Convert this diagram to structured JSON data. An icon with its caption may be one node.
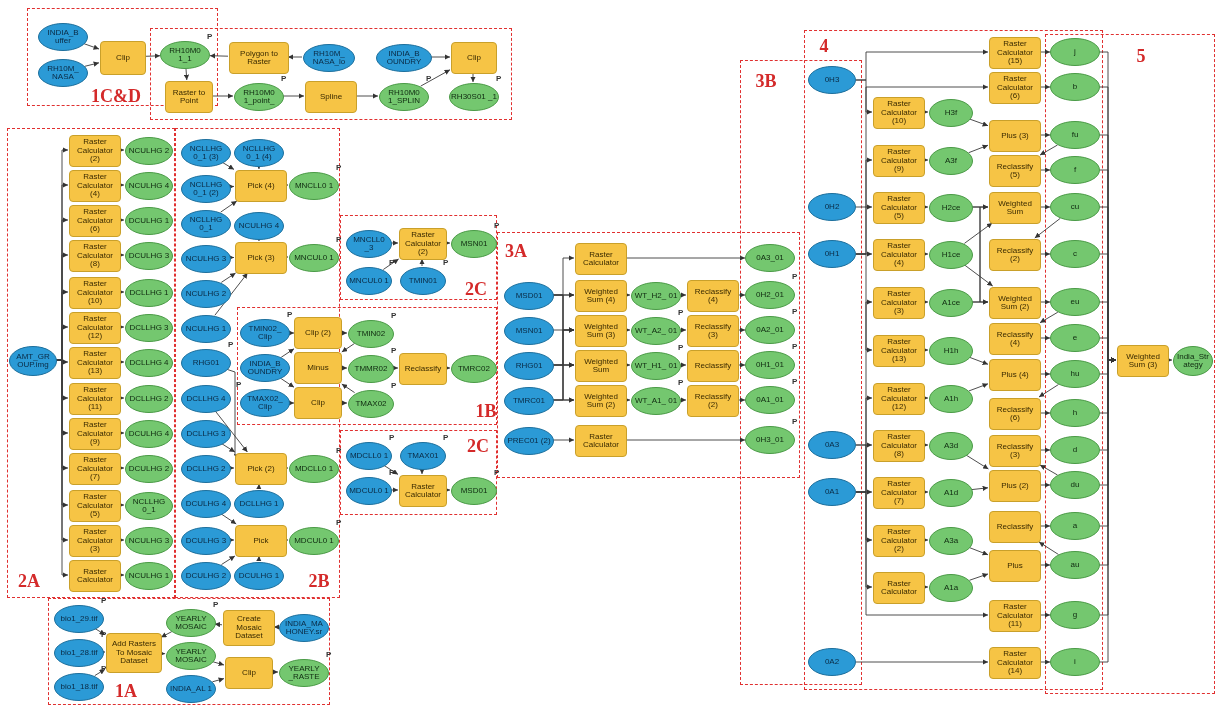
{
  "diagram": {
    "nodes": [
      {
        "text": [
          "1C&D"
        ]
      },
      {
        "text": [
          "INDIA_B uffer"
        ],
        "in": 0
      },
      {
        "text": [
          "RH10M_ NASA"
        ],
        "in": 0
      },
      {
        "text": [
          "Clip"
        ],
        "in": 0
      },
      {
        "text": [],
        "shape": "box"
      },
      {
        "text": [
          "RH10M0 1_1"
        ],
        "beside": [
          "P"
        ]
      },
      {
        "text": [
          "Raster to Point"
        ],
        "in": 4
      },
      {
        "text": [
          "Polygon to Raster"
        ],
        "in": 4
      },
      {
        "text": [
          "RH10M_ NASA_lo"
        ],
        "in": 4
      },
      {
        "text": [
          "INDIA_B OUNDRY"
        ],
        "in": 4
      },
      {
        "text": [
          "Clip"
        ],
        "in": 4
      },
      {
        "text": [
          "RH10M0 1_point_"
        ],
        "in": 4,
        "beside": [
          "P"
        ]
      },
      {
        "text": [
          "Spline"
        ],
        "in": 4
      },
      {
        "text": [
          "RH10M0 1_SPLIN"
        ],
        "in": 4,
        "beside": [
          "P"
        ]
      },
      {
        "text": [
          "RH30S01 _1"
        ],
        "in": 4,
        "beside": [
          "P"
        ]
      },
      {
        "text": [
          "2A"
        ]
      },
      {
        "text": [
          "AMT_GR OUP.img"
        ],
        "in": 15
      },
      {
        "text": [
          "Raster Calculator (2)"
        ],
        "in": 15
      },
      {
        "text": [
          "NCULHG 2"
        ],
        "in": 15
      },
      {
        "text": [
          "Raster Calculator (4)"
        ],
        "in": 15
      },
      {
        "text": [
          "NCULHG 4"
        ],
        "in": 15
      },
      {
        "text": [
          "Raster Calculator (6)"
        ],
        "in": 15
      },
      {
        "text": [
          "DCULHG 1"
        ],
        "in": 15
      },
      {
        "text": [
          "Raster Calculator (8)"
        ],
        "in": 15
      },
      {
        "text": [
          "DCULHG 3"
        ],
        "in": 15
      },
      {
        "text": [
          "Raster Calculator (10)"
        ],
        "in": 15
      },
      {
        "text": [
          "DCLLHG 1"
        ],
        "in": 15
      },
      {
        "text": [
          "Raster Calculator (12)"
        ],
        "in": 15
      },
      {
        "text": [
          "DCLLHG 3"
        ],
        "in": 15
      },
      {
        "text": [
          "Raster Calculator (13)"
        ],
        "in": 15
      },
      {
        "text": [
          "DCLLHG 4"
        ],
        "in": 15
      },
      {
        "text": [
          "Raster Calculator (11)"
        ],
        "in": 15
      },
      {
        "text": [
          "DCLLHG 2"
        ],
        "in": 15
      },
      {
        "text": [
          "Raster Calculator (9)"
        ],
        "in": 15
      },
      {
        "text": [
          "DCULHG 4"
        ],
        "in": 15
      },
      {
        "text": [
          "Raster Calculator (7)"
        ],
        "in": 15
      },
      {
        "text": [
          "DCULHG 2"
        ],
        "in": 15
      },
      {
        "text": [
          "Raster Calculator (5)"
        ],
        "in": 15
      },
      {
        "text": [
          "NCLLHG 0_1"
        ],
        "in": 15
      },
      {
        "text": [
          "Raster Calculator (3)"
        ],
        "in": 15
      },
      {
        "text": [
          "NCULHG 3"
        ],
        "in": 15
      },
      {
        "text": [
          "Raster Calculator"
        ],
        "in": 15
      },
      {
        "text": [
          "NCULHG 1"
        ],
        "in": 15
      },
      {
        "text": [
          "2B"
        ]
      },
      {
        "text": [
          "NCLLHG 0_1 (3)"
        ],
        "in": 43
      },
      {
        "text": [
          "NCLLHG 0_1 (4)"
        ],
        "in": 43
      },
      {
        "text": [
          "NCLLHG 0_1 (2)"
        ],
        "in": 43
      },
      {
        "text": [
          "Pick (4)"
        ],
        "in": 43
      },
      {
        "text": [
          "MNCLL0 1"
        ],
        "in": 43,
        "beside": [
          "P"
        ]
      },
      {
        "text": [
          "NCLLHG 0_1"
        ],
        "in": 43
      },
      {
        "text": [
          "NCULHG 4"
        ],
        "in": 43
      },
      {
        "text": [
          "NCULHG 3"
        ],
        "in": 43
      },
      {
        "text": [
          "Pick (3)"
        ],
        "in": 43
      },
      {
        "text": [
          "MNCUL0 1"
        ],
        "in": 43,
        "beside": [
          "P"
        ]
      },
      {
        "text": [
          "NCULHG 2"
        ],
        "in": 43
      },
      {
        "text": [
          "NCULHG 1"
        ],
        "in": 43
      },
      {
        "text": [
          "RHG01"
        ],
        "in": 43,
        "beside": [
          "P"
        ]
      },
      {
        "text": [
          "DCLLHG 4"
        ],
        "in": 43
      },
      {
        "text": [
          "DCLLHG 3"
        ],
        "in": 43
      },
      {
        "text": [
          "DCLLHG 2"
        ],
        "in": 43
      },
      {
        "text": [
          "Pick (2)"
        ],
        "in": 43
      },
      {
        "text": [
          "MDCLL0 1"
        ],
        "in": 43,
        "beside": [
          "P"
        ]
      },
      {
        "text": [
          "DCLLHG 1"
        ],
        "in": 43
      },
      {
        "text": [
          "DCULHG 4"
        ],
        "in": 43
      },
      {
        "text": [
          "DCULHG 3"
        ],
        "in": 43
      },
      {
        "text": [
          "Pick"
        ],
        "in": 43
      },
      {
        "text": [
          "MDCUL0 1"
        ],
        "in": 43,
        "beside": [
          "P"
        ]
      },
      {
        "text": [
          "DCULHG 2"
        ],
        "in": 43
      },
      {
        "text": [
          "DCULHG 1"
        ],
        "in": 43
      },
      {
        "text": [
          "2C"
        ]
      },
      {
        "text": [
          "MNCLL0 _3"
        ],
        "in": 69
      },
      {
        "text": [
          "Raster Calculator (2)"
        ],
        "in": 69
      },
      {
        "text": [
          "MSN01"
        ],
        "in": 69,
        "beside": [
          "P"
        ]
      },
      {
        "text": [
          "MNCUL0 1"
        ],
        "in": 69,
        "beside": [
          "P"
        ]
      },
      {
        "text": [
          "TMIN01"
        ],
        "in": 69,
        "beside": [
          "P"
        ]
      },
      {
        "text": [
          "1B"
        ]
      },
      {
        "text": [
          "TMIN02_ Clip"
        ],
        "beside": [
          "P"
        ]
      },
      {
        "text": [
          "INDIA_B OUNDRY"
        ]
      },
      {
        "text": [
          "TMAX02_ Clip"
        ],
        "beside": [
          "P"
        ]
      },
      {
        "text": [
          "Clip (2)"
        ]
      },
      {
        "text": [
          "Minus"
        ]
      },
      {
        "text": [
          "Clip"
        ]
      },
      {
        "text": [
          "TMIN02"
        ],
        "in": 75,
        "beside": [
          "P"
        ]
      },
      {
        "text": [
          "TMMR02"
        ],
        "in": 75,
        "beside": [
          "P"
        ]
      },
      {
        "text": [
          "Reclassify"
        ],
        "in": 75
      },
      {
        "text": [
          "TMRC02"
        ],
        "in": 75
      },
      {
        "text": [
          "TMAX02"
        ],
        "in": 75,
        "beside": [
          "P"
        ]
      },
      {
        "text": [
          "2C"
        ]
      },
      {
        "text": [
          "MDCLL0 1"
        ],
        "in": 87,
        "beside": [
          "P"
        ]
      },
      {
        "text": [
          "TMAX01"
        ],
        "in": 87,
        "beside": [
          "P"
        ]
      },
      {
        "text": [
          "MDCUL0 1"
        ],
        "in": 87,
        "beside": [
          "P"
        ]
      },
      {
        "text": [
          "Raster Calculator"
        ],
        "in": 87
      },
      {
        "text": [
          "MSD01"
        ],
        "in": 87,
        "beside": [
          "P"
        ]
      },
      {
        "text": [
          "1A"
        ]
      },
      {
        "text": [
          "bio1_29.tif"
        ],
        "in": 93,
        "beside": [
          "P"
        ]
      },
      {
        "text": [
          "bio1_28.tif"
        ],
        "in": 93,
        "beside": [
          "P"
        ]
      },
      {
        "text": [
          "bio1_18.tif"
        ],
        "in": 93,
        "beside": [
          "P"
        ]
      },
      {
        "text": [
          "Add Rasters To Mosaic Dataset"
        ],
        "in": 93
      },
      {
        "text": [
          "YEARLY MOSAIC"
        ],
        "in": 93,
        "beside": [
          "P"
        ]
      },
      {
        "text": [
          "Create Mosaic Dataset"
        ],
        "in": 93
      },
      {
        "text": [
          "INDIA_MA HONEY.sr"
        ],
        "in": 93
      },
      {
        "text": [
          "YEARLY MOSAIC"
        ],
        "in": 93
      },
      {
        "text": [
          "INDIA_AL 1"
        ],
        "in": 93
      },
      {
        "text": [
          "Clip"
        ],
        "in": 93
      },
      {
        "text": [
          "YEARLY _RASTE"
        ],
        "in": 93,
        "beside": [
          "P"
        ]
      },
      {
        "text": [
          "3A"
        ]
      },
      {
        "text": [
          "Raster Calculator"
        ],
        "in": 105
      },
      {
        "text": [
          "MSD01"
        ],
        "in": 105
      },
      {
        "text": [
          "Weighted Sum (4)"
        ],
        "in": 105
      },
      {
        "text": [
          "WT_H2_ 01"
        ],
        "in": 105
      },
      {
        "text": [
          "Reclassify (4)"
        ],
        "in": 105
      },
      {
        "text": [
          "MSN01"
        ],
        "in": 105
      },
      {
        "text": [
          "Weighted Sum (3)"
        ],
        "in": 105
      },
      {
        "text": [
          "WT_A2_ 01"
        ],
        "in": 105,
        "beside": [
          "P"
        ]
      },
      {
        "text": [
          "Reclassify (3)"
        ],
        "in": 105
      },
      {
        "text": [
          "RHG01"
        ],
        "in": 105
      },
      {
        "text": [
          "Weighted Sum"
        ],
        "in": 105
      },
      {
        "text": [
          "WT_H1_ 01"
        ],
        "in": 105,
        "beside": [
          "P"
        ]
      },
      {
        "text": [
          "Reclassify"
        ],
        "in": 105
      },
      {
        "text": [
          "TMRC01"
        ],
        "in": 105
      },
      {
        "text": [
          "Weighted Sum (2)"
        ],
        "in": 105
      },
      {
        "text": [
          "WT_A1_ 01"
        ],
        "in": 105,
        "beside": [
          "P"
        ]
      },
      {
        "text": [
          "Reclassify (2)"
        ],
        "in": 105
      },
      {
        "text": [
          "PREC01 (2)"
        ],
        "in": 105
      },
      {
        "text": [
          "Raster Calculator"
        ],
        "in": 105
      },
      {
        "text": [
          "3B"
        ]
      },
      {
        "text": [
          "0A3_01"
        ]
      },
      {
        "text": [
          "0H2_01"
        ],
        "beside": [
          "P"
        ]
      },
      {
        "text": [
          "0A2_01"
        ],
        "beside": [
          "P"
        ]
      },
      {
        "text": [
          "0H1_01"
        ],
        "beside": [
          "P"
        ]
      },
      {
        "text": [
          "0A1_01"
        ],
        "beside": [
          "P"
        ]
      },
      {
        "text": [
          "0H3_01"
        ],
        "beside": [
          "P"
        ]
      },
      {
        "text": [
          "4"
        ]
      },
      {
        "text": [
          "0H3"
        ]
      },
      {
        "text": [
          "0H2"
        ]
      },
      {
        "text": [
          "0H1"
        ]
      },
      {
        "text": [
          "0A3"
        ]
      },
      {
        "text": [
          "0A1"
        ]
      },
      {
        "text": [
          "0A2"
        ]
      },
      {
        "text": [
          "Raster Calculator (15)"
        ],
        "in": 132
      },
      {
        "text": [
          "Raster Calculator (6)"
        ],
        "in": 132
      },
      {
        "text": [
          "Raster Calculator (10)"
        ],
        "in": 132
      },
      {
        "text": [
          "H3f"
        ],
        "in": 132
      },
      {
        "text": [
          "Plus (3)"
        ],
        "in": 132
      },
      {
        "text": [
          "Raster Calculator (9)"
        ],
        "in": 132
      },
      {
        "text": [
          "A3f"
        ],
        "in": 132
      },
      {
        "text": [
          "Reclassify (5)"
        ],
        "in": 132
      },
      {
        "text": [
          "Raster Calculator (5)"
        ],
        "in": 132
      },
      {
        "text": [
          "H2ce"
        ],
        "in": 132
      },
      {
        "text": [
          "Weighted Sum"
        ],
        "in": 132
      },
      {
        "text": [
          "Raster Calculator (4)"
        ],
        "in": 132
      },
      {
        "text": [
          "H1ce"
        ],
        "in": 132
      },
      {
        "text": [
          "Reclassify (2)"
        ],
        "in": 132
      },
      {
        "text": [
          "Raster Calculator (3)"
        ],
        "in": 132
      },
      {
        "text": [
          "A1ce"
        ],
        "in": 132
      },
      {
        "text": [
          "Weighted Sum (2)"
        ],
        "in": 132
      },
      {
        "text": [
          "Reclassify (4)"
        ],
        "in": 132
      },
      {
        "text": [
          "Raster Calculator (13)"
        ],
        "in": 132
      },
      {
        "text": [
          "H1h"
        ],
        "in": 132
      },
      {
        "text": [
          "Plus (4)"
        ],
        "in": 132
      },
      {
        "text": [
          "Raster Calculator (12)"
        ],
        "in": 132
      },
      {
        "text": [
          "A1h"
        ],
        "in": 132
      },
      {
        "text": [
          "Reclassify (6)"
        ],
        "in": 132
      },
      {
        "text": [
          "Raster Calculator (8)"
        ],
        "in": 132
      },
      {
        "text": [
          "A3d"
        ],
        "in": 132
      },
      {
        "text": [
          "Reclassify (3)"
        ],
        "in": 132
      },
      {
        "text": [
          "Raster Calculator (7)"
        ],
        "in": 132
      },
      {
        "text": [
          "A1d"
        ],
        "in": 132
      },
      {
        "text": [
          "Plus (2)"
        ],
        "in": 132
      },
      {
        "text": [
          "Reclassify"
        ],
        "in": 132
      },
      {
        "text": [
          "Raster Calculator (2)"
        ],
        "in": 132
      },
      {
        "text": [
          "A3a"
        ],
        "in": 132
      },
      {
        "text": [
          "Plus"
        ],
        "in": 132
      },
      {
        "text": [
          "Raster Calculator"
        ],
        "in": 132
      },
      {
        "text": [
          "A1a"
        ],
        "in": 132
      },
      {
        "text": [
          "Raster Calculator (11)"
        ],
        "in": 132
      },
      {
        "text": [
          "Raster Calculator (14)"
        ],
        "in": 132
      },
      {
        "text": [
          "5"
        ]
      },
      {
        "text": [
          "j"
        ]
      },
      {
        "text": [
          "b"
        ]
      },
      {
        "text": [
          "fu"
        ]
      },
      {
        "text": [
          "f"
        ]
      },
      {
        "text": [
          "cu"
        ]
      },
      {
        "text": [
          "c"
        ]
      },
      {
        "text": [
          "eu"
        ]
      },
      {
        "text": [
          "e"
        ]
      },
      {
        "text": [
          "hu"
        ]
      },
      {
        "text": [
          "h"
        ]
      },
      {
        "text": [
          "d"
        ]
      },
      {
        "text": [
          "du"
        ]
      },
      {
        "text": [
          "a"
        ]
      },
      {
        "text": [
          "au"
        ]
      },
      {
        "text": [
          "g"
        ]
      },
      {
        "text": [
          "i"
        ]
      },
      {
        "text": [
          "Weighted Sum (3)"
        ],
        "in": 177
      },
      {
        "text": [
          "India_Str ategy"
        ],
        "in": 177
      }
    ],
    "edges": [
      {
        "from": 1,
        "to": 3,
        "arrow": "to"
      },
      {
        "from": 2,
        "to": 3,
        "arrow": "to"
      },
      {
        "from": 3,
        "to": 5,
        "arrow": "to"
      },
      {
        "from": 8,
        "to": 7,
        "arrow": "to"
      },
      {
        "from": 7,
        "to": 5,
        "arrow": "to"
      },
      {
        "from": 5,
        "to": 6,
        "arrow": "to"
      },
      {
        "from": 6,
        "to": 11,
        "arrow": "to"
      },
      {
        "from": 11,
        "to": 12,
        "arrow": "to"
      },
      {
        "from": 12,
        "to": 13,
        "arrow": "to"
      },
      {
        "from": 13,
        "to": 10,
        "arrow": "to"
      },
      {
        "from": 9,
        "to": 10,
        "arrow": "to"
      },
      {
        "from": 10,
        "to": 14,
        "arrow": "to"
      },
      {
        "from": 16,
        "to": 17,
        "arrow": "to"
      },
      {
        "from": 17,
        "to": 18,
        "arrow": "to"
      },
      {
        "from": 16,
        "to": 19,
        "arrow": "to"
      },
      {
        "from": 19,
        "to": 20,
        "arrow": "to"
      },
      {
        "from": 16,
        "to": 21,
        "arrow": "to"
      },
      {
        "from": 21,
        "to": 22,
        "arrow": "to"
      },
      {
        "from": 16,
        "to": 23,
        "arrow": "to"
      },
      {
        "from": 23,
        "to": 24,
        "arrow": "to"
      },
      {
        "from": 16,
        "to": 25,
        "arrow": "to"
      },
      {
        "from": 25,
        "to": 26,
        "arrow": "to"
      },
      {
        "from": 16,
        "to": 27,
        "arrow": "to"
      },
      {
        "from": 27,
        "to": 28,
        "arrow": "to"
      },
      {
        "from": 16,
        "to": 29,
        "arrow": "to"
      },
      {
        "from": 29,
        "to": 30,
        "arrow": "to"
      },
      {
        "from": 16,
        "to": 31,
        "arrow": "to"
      },
      {
        "from": 31,
        "to": 32,
        "arrow": "to"
      },
      {
        "from": 16,
        "to": 33,
        "arrow": "to"
      },
      {
        "from": 33,
        "to": 34,
        "arrow": "to"
      },
      {
        "from": 16,
        "to": 35,
        "arrow": "to"
      },
      {
        "from": 35,
        "to": 36,
        "arrow": "to"
      },
      {
        "from": 16,
        "to": 37,
        "arrow": "to"
      },
      {
        "from": 37,
        "to": 38,
        "arrow": "to"
      },
      {
        "from": 16,
        "to": 39,
        "arrow": "to"
      },
      {
        "from": 39,
        "to": 40,
        "arrow": "to"
      },
      {
        "from": 16,
        "to": 41,
        "arrow": "to"
      },
      {
        "from": 41,
        "to": 42,
        "arrow": "to"
      },
      {
        "from": 44,
        "to": 47,
        "arrow": "to"
      },
      {
        "from": 45,
        "to": 47,
        "arrow": "to"
      },
      {
        "from": 46,
        "to": 47,
        "arrow": "to"
      },
      {
        "from": 49,
        "to": 47,
        "arrow": "to"
      },
      {
        "from": 47,
        "to": 48,
        "arrow": "to"
      },
      {
        "from": 50,
        "to": 52,
        "arrow": "to"
      },
      {
        "from": 51,
        "to": 52,
        "arrow": "to"
      },
      {
        "from": 54,
        "to": 52,
        "arrow": "to"
      },
      {
        "from": 55,
        "to": 52,
        "arrow": "to"
      },
      {
        "from": 52,
        "to": 53,
        "arrow": "to"
      },
      {
        "from": 56,
        "to": 60,
        "arrow": "to"
      },
      {
        "from": 57,
        "to": 60,
        "arrow": "to"
      },
      {
        "from": 58,
        "to": 60,
        "arrow": "to"
      },
      {
        "from": 59,
        "to": 60,
        "arrow": "to"
      },
      {
        "from": 62,
        "to": 60,
        "arrow": "to"
      },
      {
        "from": 60,
        "to": 61,
        "arrow": "to"
      },
      {
        "from": 63,
        "to": 65,
        "arrow": "to"
      },
      {
        "from": 64,
        "to": 65,
        "arrow": "to"
      },
      {
        "from": 67,
        "to": 65,
        "arrow": "to"
      },
      {
        "from": 68,
        "to": 65,
        "arrow": "to"
      },
      {
        "from": 65,
        "to": 66,
        "arrow": "to"
      },
      {
        "from": 70,
        "to": 71,
        "arrow": "to"
      },
      {
        "from": 73,
        "to": 71,
        "arrow": "to"
      },
      {
        "from": 74,
        "to": 71,
        "arrow": "to"
      },
      {
        "from": 71,
        "to": 72,
        "arrow": "to"
      },
      {
        "from": 76,
        "to": 79,
        "arrow": "to"
      },
      {
        "from": 77,
        "to": 79,
        "arrow": "to"
      },
      {
        "from": 77,
        "to": 81,
        "arrow": "to"
      },
      {
        "from": 78,
        "to": 81,
        "arrow": "to"
      },
      {
        "from": 79,
        "to": 82,
        "arrow": "to"
      },
      {
        "from": 82,
        "to": 80,
        "arrow": "to"
      },
      {
        "from": 86,
        "to": 80,
        "arrow": "to"
      },
      {
        "from": 80,
        "to": 83,
        "arrow": "to"
      },
      {
        "from": 83,
        "to": 84,
        "arrow": "to"
      },
      {
        "from": 84,
        "to": 85,
        "arrow": "to"
      },
      {
        "from": 81,
        "to": 86,
        "arrow": "to"
      },
      {
        "from": 88,
        "to": 91,
        "arrow": "to"
      },
      {
        "from": 89,
        "to": 91,
        "arrow": "to"
      },
      {
        "from": 90,
        "to": 91,
        "arrow": "to"
      },
      {
        "from": 91,
        "to": 92,
        "arrow": "to"
      },
      {
        "from": 94,
        "to": 97,
        "arrow": "to"
      },
      {
        "from": 95,
        "to": 97,
        "arrow": "to"
      },
      {
        "from": 96,
        "to": 97,
        "arrow": "to"
      },
      {
        "from": 100,
        "to": 99,
        "arrow": "to"
      },
      {
        "from": 99,
        "to": 98,
        "arrow": "to"
      },
      {
        "from": 98,
        "to": 97,
        "arrow": "to"
      },
      {
        "from": 97,
        "to": 101,
        "arrow": "to"
      },
      {
        "from": 101,
        "to": 103,
        "arrow": "to"
      },
      {
        "from": 102,
        "to": 103,
        "arrow": "to"
      },
      {
        "from": 103,
        "to": 104,
        "arrow": "to"
      },
      {
        "from": 107,
        "to": 106,
        "arrow": "to"
      },
      {
        "from": 107,
        "to": 108,
        "arrow": "to"
      },
      {
        "from": 107,
        "to": 112,
        "arrow": "to"
      },
      {
        "from": 107,
        "to": 116,
        "arrow": "to"
      },
      {
        "from": 111,
        "to": 112,
        "arrow": "to"
      },
      {
        "from": 115,
        "to": 108,
        "arrow": "to"
      },
      {
        "from": 115,
        "to": 112,
        "arrow": "to"
      },
      {
        "from": 115,
        "to": 116,
        "arrow": "to"
      },
      {
        "from": 115,
        "to": 120,
        "arrow": "to"
      },
      {
        "from": 119,
        "to": 112,
        "arrow": "to"
      },
      {
        "from": 119,
        "to": 116,
        "arrow": "to"
      },
      {
        "from": 119,
        "to": 120,
        "arrow": "to"
      },
      {
        "from": 123,
        "to": 124,
        "arrow": "to"
      },
      {
        "from": 106,
        "to": 126,
        "arrow": "to"
      },
      {
        "from": 108,
        "to": 109,
        "arrow": "to"
      },
      {
        "from": 109,
        "to": 110,
        "arrow": "to"
      },
      {
        "from": 110,
        "to": 127,
        "arrow": "to"
      },
      {
        "from": 112,
        "to": 113,
        "arrow": "to"
      },
      {
        "from": 113,
        "to": 114,
        "arrow": "to"
      },
      {
        "from": 114,
        "to": 128,
        "arrow": "to"
      },
      {
        "from": 116,
        "to": 117,
        "arrow": "to"
      },
      {
        "from": 117,
        "to": 118,
        "arrow": "to"
      },
      {
        "from": 118,
        "to": 129,
        "arrow": "to"
      },
      {
        "from": 120,
        "to": 121,
        "arrow": "to"
      },
      {
        "from": 121,
        "to": 122,
        "arrow": "to"
      },
      {
        "from": 122,
        "to": 130,
        "arrow": "to"
      },
      {
        "from": 124,
        "to": 131,
        "arrow": "to"
      },
      {
        "from": 133,
        "to": 139,
        "arrow": "to"
      },
      {
        "from": 133,
        "to": 141,
        "arrow": "to"
      },
      {
        "from": 135,
        "to": 140,
        "arrow": "to"
      },
      {
        "from": 135,
        "to": 144,
        "arrow": "to"
      },
      {
        "from": 134,
        "to": 147,
        "arrow": "to"
      },
      {
        "from": 135,
        "to": 150,
        "arrow": "to"
      },
      {
        "from": 135,
        "to": 157,
        "arrow": "to"
      },
      {
        "from": 136,
        "to": 163,
        "arrow": "to"
      },
      {
        "from": 136,
        "to": 170,
        "arrow": "to"
      },
      {
        "from": 137,
        "to": 153,
        "arrow": "to"
      },
      {
        "from": 137,
        "to": 160,
        "arrow": "to"
      },
      {
        "from": 137,
        "to": 166,
        "arrow": "to"
      },
      {
        "from": 137,
        "to": 173,
        "arrow": "to"
      },
      {
        "from": 137,
        "to": 175,
        "arrow": "to"
      },
      {
        "from": 138,
        "to": 176,
        "arrow": "to"
      },
      {
        "from": 139,
        "to": 178,
        "arrow": "to"
      },
      {
        "from": 140,
        "to": 179,
        "arrow": "to"
      },
      {
        "from": 141,
        "to": 142,
        "arrow": "to"
      },
      {
        "from": 142,
        "to": 143,
        "arrow": "to"
      },
      {
        "from": 144,
        "to": 145,
        "arrow": "to"
      },
      {
        "from": 145,
        "to": 143,
        "arrow": "to"
      },
      {
        "from": 143,
        "to": 180,
        "arrow": "to"
      },
      {
        "from": 180,
        "to": 146,
        "arrow": "to"
      },
      {
        "from": 146,
        "to": 181,
        "arrow": "to"
      },
      {
        "from": 147,
        "to": 148,
        "arrow": "to"
      },
      {
        "from": 148,
        "to": 149,
        "arrow": "to"
      },
      {
        "from": 151,
        "to": 149,
        "arrow": "to"
      },
      {
        "from": 154,
        "to": 149,
        "arrow": "to"
      },
      {
        "from": 149,
        "to": 182,
        "arrow": "to"
      },
      {
        "from": 182,
        "to": 152,
        "arrow": "to"
      },
      {
        "from": 152,
        "to": 183,
        "arrow": "to"
      },
      {
        "from": 150,
        "to": 151,
        "arrow": "to"
      },
      {
        "from": 153,
        "to": 154,
        "arrow": "to"
      },
      {
        "from": 148,
        "to": 155,
        "arrow": "to"
      },
      {
        "from": 151,
        "to": 155,
        "arrow": "to"
      },
      {
        "from": 154,
        "to": 155,
        "arrow": "to"
      },
      {
        "from": 155,
        "to": 184,
        "arrow": "to"
      },
      {
        "from": 184,
        "to": 156,
        "arrow": "to"
      },
      {
        "from": 156,
        "to": 185,
        "arrow": "to"
      },
      {
        "from": 157,
        "to": 158,
        "arrow": "to"
      },
      {
        "from": 158,
        "to": 159,
        "arrow": "to"
      },
      {
        "from": 160,
        "to": 161,
        "arrow": "to"
      },
      {
        "from": 161,
        "to": 159,
        "arrow": "to"
      },
      {
        "from": 159,
        "to": 186,
        "arrow": "to"
      },
      {
        "from": 186,
        "to": 162,
        "arrow": "to"
      },
      {
        "from": 162,
        "to": 187,
        "arrow": "to"
      },
      {
        "from": 163,
        "to": 164,
        "arrow": "to"
      },
      {
        "from": 164,
        "to": 168,
        "arrow": "to"
      },
      {
        "from": 166,
        "to": 167,
        "arrow": "to"
      },
      {
        "from": 167,
        "to": 168,
        "arrow": "to"
      },
      {
        "from": 168,
        "to": 189,
        "arrow": "to"
      },
      {
        "from": 189,
        "to": 165,
        "arrow": "to"
      },
      {
        "from": 165,
        "to": 188,
        "arrow": "to"
      },
      {
        "from": 170,
        "to": 171,
        "arrow": "to"
      },
      {
        "from": 171,
        "to": 172,
        "arrow": "to"
      },
      {
        "from": 173,
        "to": 174,
        "arrow": "to"
      },
      {
        "from": 174,
        "to": 172,
        "arrow": "to"
      },
      {
        "from": 172,
        "to": 191,
        "arrow": "to"
      },
      {
        "from": 191,
        "to": 169,
        "arrow": "to"
      },
      {
        "from": 169,
        "to": 190,
        "arrow": "to"
      },
      {
        "from": 175,
        "to": 192,
        "arrow": "to"
      },
      {
        "from": 176,
        "to": 193,
        "arrow": "to"
      },
      {
        "from": 178,
        "to": 194,
        "arrow": "to"
      },
      {
        "from": 179,
        "to": 194,
        "arrow": "to"
      },
      {
        "from": 180,
        "to": 194,
        "arrow": "to"
      },
      {
        "from": 181,
        "to": 194,
        "arrow": "to"
      },
      {
        "from": 182,
        "to": 194,
        "arrow": "to"
      },
      {
        "from": 183,
        "to": 194,
        "arrow": "to"
      },
      {
        "from": 184,
        "to": 194,
        "arrow": "to"
      },
      {
        "from": 185,
        "to": 194,
        "arrow": "to"
      },
      {
        "from": 186,
        "to": 194,
        "arrow": "to"
      },
      {
        "from": 187,
        "to": 194,
        "arrow": "to"
      },
      {
        "from": 188,
        "to": 194,
        "arrow": "to"
      },
      {
        "from": 189,
        "to": 194,
        "arrow": "to"
      },
      {
        "from": 190,
        "to": 194,
        "arrow": "to"
      },
      {
        "from": 191,
        "to": 194,
        "arrow": "to"
      },
      {
        "from": 192,
        "to": 194,
        "arrow": "to"
      },
      {
        "from": 193,
        "to": 194,
        "arrow": "to"
      },
      {
        "from": 194,
        "to": 195,
        "arrow": "to"
      }
    ]
  }
}
